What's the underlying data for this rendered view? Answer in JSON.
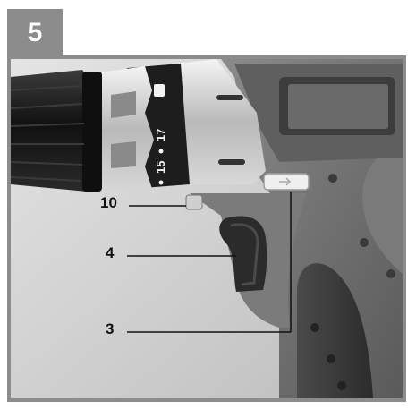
{
  "figure": {
    "step_number": "5",
    "callouts": [
      {
        "label": "10"
      },
      {
        "label": "4"
      },
      {
        "label": "3"
      }
    ],
    "torque_dial_markings": [
      "17",
      "15"
    ]
  },
  "colors": {
    "tab_gray": "#8c8c8c",
    "body_gray": "#6e6e6e",
    "grip_dark": "#3a3a3a",
    "chuck_black": "#1e1e1e",
    "background": "#ffffff"
  }
}
